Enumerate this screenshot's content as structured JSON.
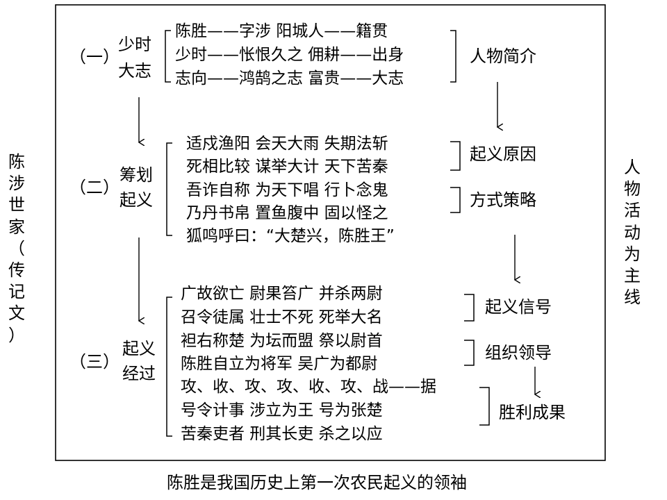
{
  "left_vertical": [
    "陈",
    "涉",
    "世",
    "家",
    "（",
    "传",
    "记",
    "文",
    "）"
  ],
  "right_vertical": [
    "人",
    "物",
    "活",
    "动",
    "为",
    "主",
    "线"
  ],
  "caption": "陈胜是我国历史上第一次农民起义的领袖",
  "sec1": {
    "num": "（一）",
    "title": [
      "少时",
      "大志"
    ],
    "lines": [
      "陈胜——字涉 阳城人——籍贯",
      "少时——怅恨久之 佣耕——出身",
      "志向——鸿鹄之志 富贵——大志"
    ],
    "label": "人物简介"
  },
  "sec2": {
    "num": "（二）",
    "title": [
      "筹划",
      "起义"
    ],
    "lines": [
      "适戍渔阳 会天大雨 失期法斩",
      "死相比较 谋举大计 天下苦秦",
      "吾诈自称 为天下唱 行卜念鬼",
      "乃丹书帛 置鱼腹中 固以怪之",
      "狐鸣呼曰：“大楚兴，陈胜王”"
    ],
    "labels": [
      "起义原因",
      "方式策略"
    ]
  },
  "sec3": {
    "num": "（三）",
    "title": [
      "起义",
      "经过"
    ],
    "lines": [
      "广故欲亡 尉果笞广 并杀两尉",
      "召令徒属 壮士不死 死举大名",
      "袒右称楚 为坛而盟 祭以尉首",
      "陈胜自立为将军 吴广为都尉",
      "攻、收、攻、攻、收、攻、战——据",
      "号令计事 涉立为王 号为张楚",
      "苦秦吏者 刑其长吏 杀之以应"
    ],
    "labels": [
      "起义信号",
      "组织领导",
      "胜利成果"
    ]
  }
}
